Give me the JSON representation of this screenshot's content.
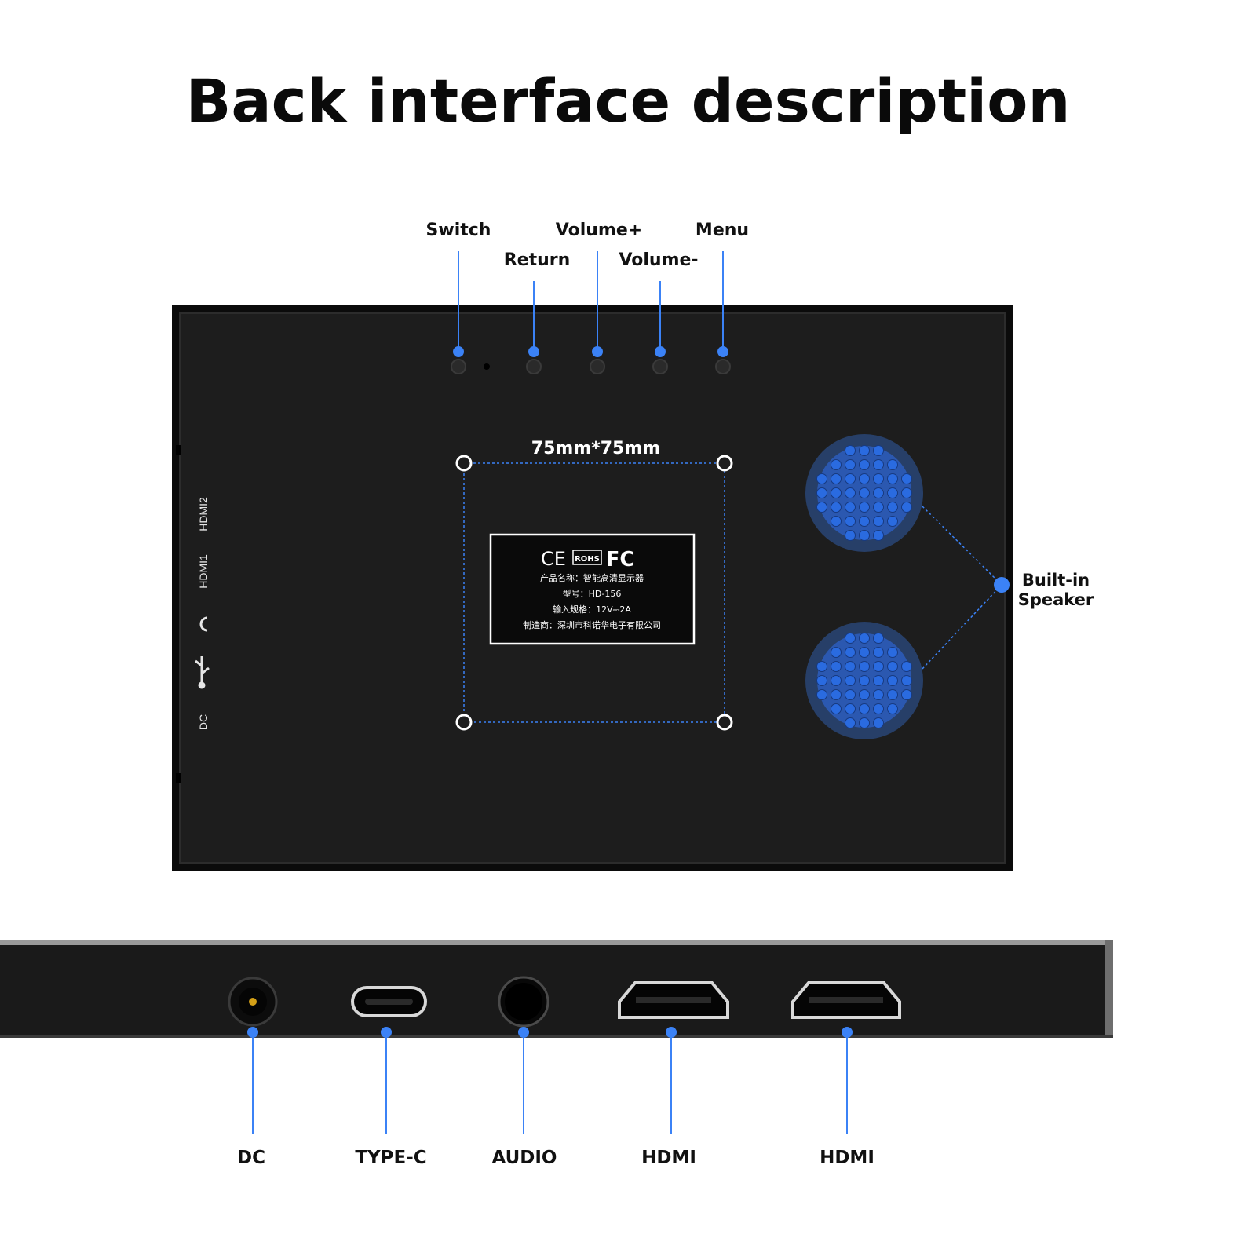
{
  "title": "Back interface description",
  "colors": {
    "accent": "#3b82f6",
    "body": "#1c1c1c",
    "frame": "#0b0b0b",
    "text": "#111111"
  },
  "top_buttons": [
    {
      "id": "switch",
      "label": "Switch"
    },
    {
      "id": "return",
      "label": "Return"
    },
    {
      "id": "volume-plus",
      "label": "Volume+"
    },
    {
      "id": "volume-minus",
      "label": "Volume-"
    },
    {
      "id": "menu",
      "label": "Menu"
    }
  ],
  "vesa_label": "75mm*75mm",
  "speaker_label_line1": "Built-in",
  "speaker_label_line2": "Speaker",
  "side_ports": {
    "hdmi2": "HDMI2",
    "hdmi1": "HDMI1",
    "dc": "DC"
  },
  "plate": {
    "marks": [
      "CE",
      "ROHS",
      "FC"
    ],
    "lines": [
      "产品名称：智能高清显示器",
      "型号：HD-156",
      "输入规格：12V⎓2A",
      "制造商：深圳市科诺华电子有限公司"
    ]
  },
  "bottom_ports": [
    {
      "id": "dc",
      "label": "DC"
    },
    {
      "id": "type-c",
      "label": "TYPE-C"
    },
    {
      "id": "audio",
      "label": "AUDIO"
    },
    {
      "id": "hdmi-a",
      "label": "HDMI"
    },
    {
      "id": "hdmi-b",
      "label": "HDMI"
    }
  ]
}
